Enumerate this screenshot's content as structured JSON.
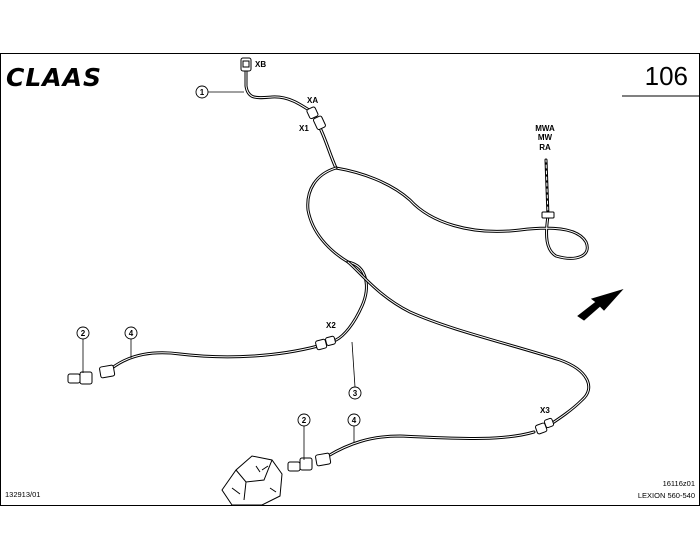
{
  "header": {
    "brand": "CLAAS",
    "page_number": "106"
  },
  "connectors": {
    "xb": "XB",
    "xa": "XA",
    "x1": "X1",
    "x2": "X2",
    "x3": "X3"
  },
  "variant_codes": [
    "MWA",
    "MW",
    "RA"
  ],
  "callouts": {
    "c1": "1",
    "c2a": "2",
    "c4a": "4",
    "c3": "3",
    "c2b": "2",
    "c4b": "4"
  },
  "footer": {
    "doc_number": "132913/01",
    "drawing_number": "16116z01",
    "model": "LEXION 560-540"
  }
}
